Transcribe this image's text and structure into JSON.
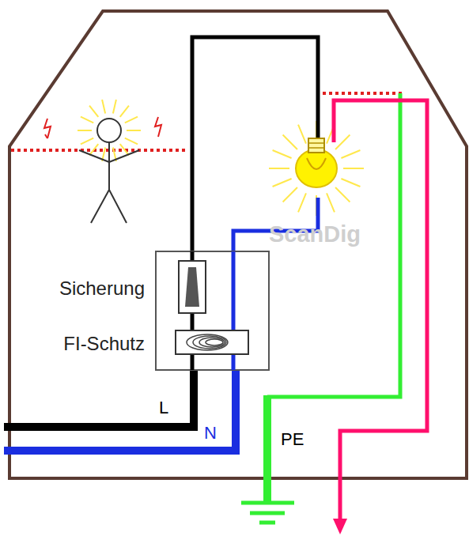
{
  "diagram": {
    "nodes": [
      {
        "text": [
          "Sicherung",
          "FI-Schutz"
        ]
      }
    ],
    "labels": [
      "L",
      "N",
      "PE",
      "ScanDig"
    ]
  }
}
